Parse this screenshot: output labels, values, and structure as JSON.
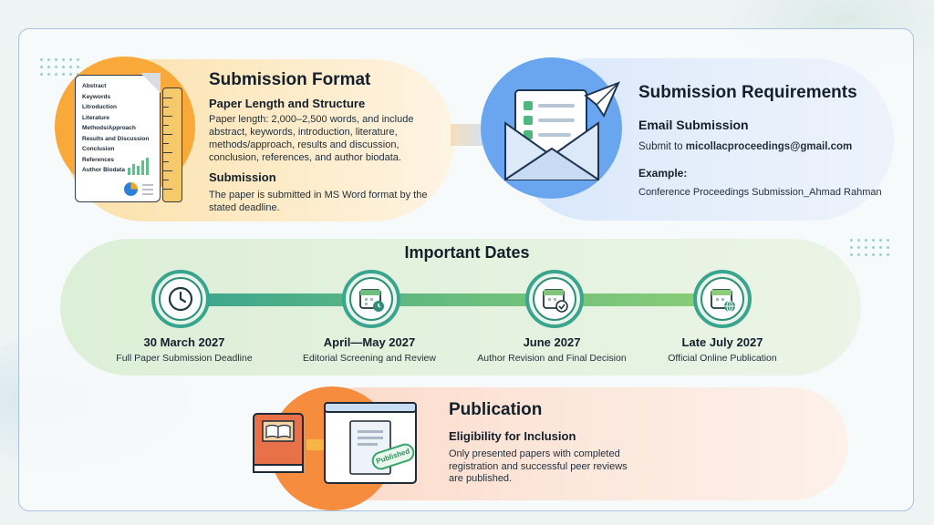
{
  "format": {
    "title": "Submission Format",
    "doc_items": [
      "Abstract",
      "Keywords",
      "Litroduction",
      "Literature",
      "Methods/Approach",
      "Results and Discussion",
      "Conclusion",
      "References",
      "Author Biodata"
    ],
    "length_heading": "Paper Length and Structure",
    "length_text": "Paper length: 2,000–2,500 words, and include abstract, keywords, introduction, literature, methods/approach, results and discussion, conclusion, references, and author biodata.",
    "submission_heading": "Submission",
    "submission_text": "The paper is submitted in MS Word format by the stated deadline."
  },
  "requirements": {
    "title": "Submission Requirements",
    "email_heading": "Email Submission",
    "submit_prefix": "Submit to ",
    "email": "micollacproceedings@gmail.com",
    "example_heading": "Example:",
    "example_text": "Conference Proceedings Submission_Ahmad Rahman"
  },
  "dates": {
    "title": "Important Dates",
    "milestones": [
      {
        "date": "30 March 2027",
        "label": "Full Paper Submission Deadline",
        "icon": "clock-icon"
      },
      {
        "date": "April—May 2027",
        "label": "Editorial Screening and Review",
        "icon": "calendar-clock-icon"
      },
      {
        "date": "June 2027",
        "label": "Author Revision and Final Decision",
        "icon": "calendar-check-icon"
      },
      {
        "date": "Late July 2027",
        "label": "Official Online Publication",
        "icon": "calendar-globe-icon"
      }
    ]
  },
  "publication": {
    "title": "Publication",
    "heading": "Eligibility for Inclusion",
    "text": "Only presented papers with completed registration and successful peer reviews are published.",
    "stamp": "Published"
  },
  "colors": {
    "format_accent": "#f9a93a",
    "requirements_accent": "#6aa6ef",
    "dates_accent": "#3aa58f",
    "publication_accent": "#f68c3e"
  }
}
